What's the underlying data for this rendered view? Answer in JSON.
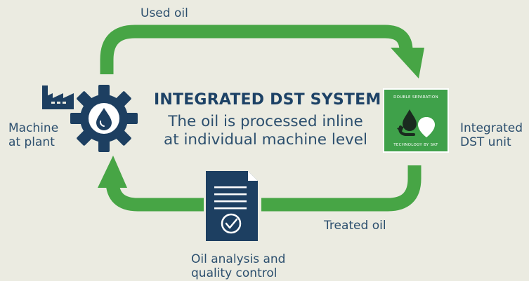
{
  "labels": {
    "used_oil": "Used oil",
    "treated_oil": "Treated oil",
    "machine_line1": "Machine",
    "machine_line2": "at plant",
    "unit_line1": "Integrated",
    "unit_line2": "DST unit",
    "analysis_line1": "Oil analysis and",
    "analysis_line2": "quality control"
  },
  "center": {
    "title": "INTEGRATED DST SYSTEM",
    "subtitle_line1": "The oil is processed inline",
    "subtitle_line2": "at individual machine level"
  },
  "badge": {
    "top_text": "DOUBLE SEPARATION",
    "bottom_text": "TECHNOLOGY BY SKF"
  },
  "icons": {
    "factory": "factory-icon",
    "gear": "gear-oil-drop-icon",
    "document": "document-check-icon",
    "badge_drops": "oil-drops-icon"
  },
  "colors": {
    "arrow": "#47a545",
    "navy": "#1d3f61",
    "badge_green": "#3fa14a",
    "background": "#ebebe1"
  }
}
